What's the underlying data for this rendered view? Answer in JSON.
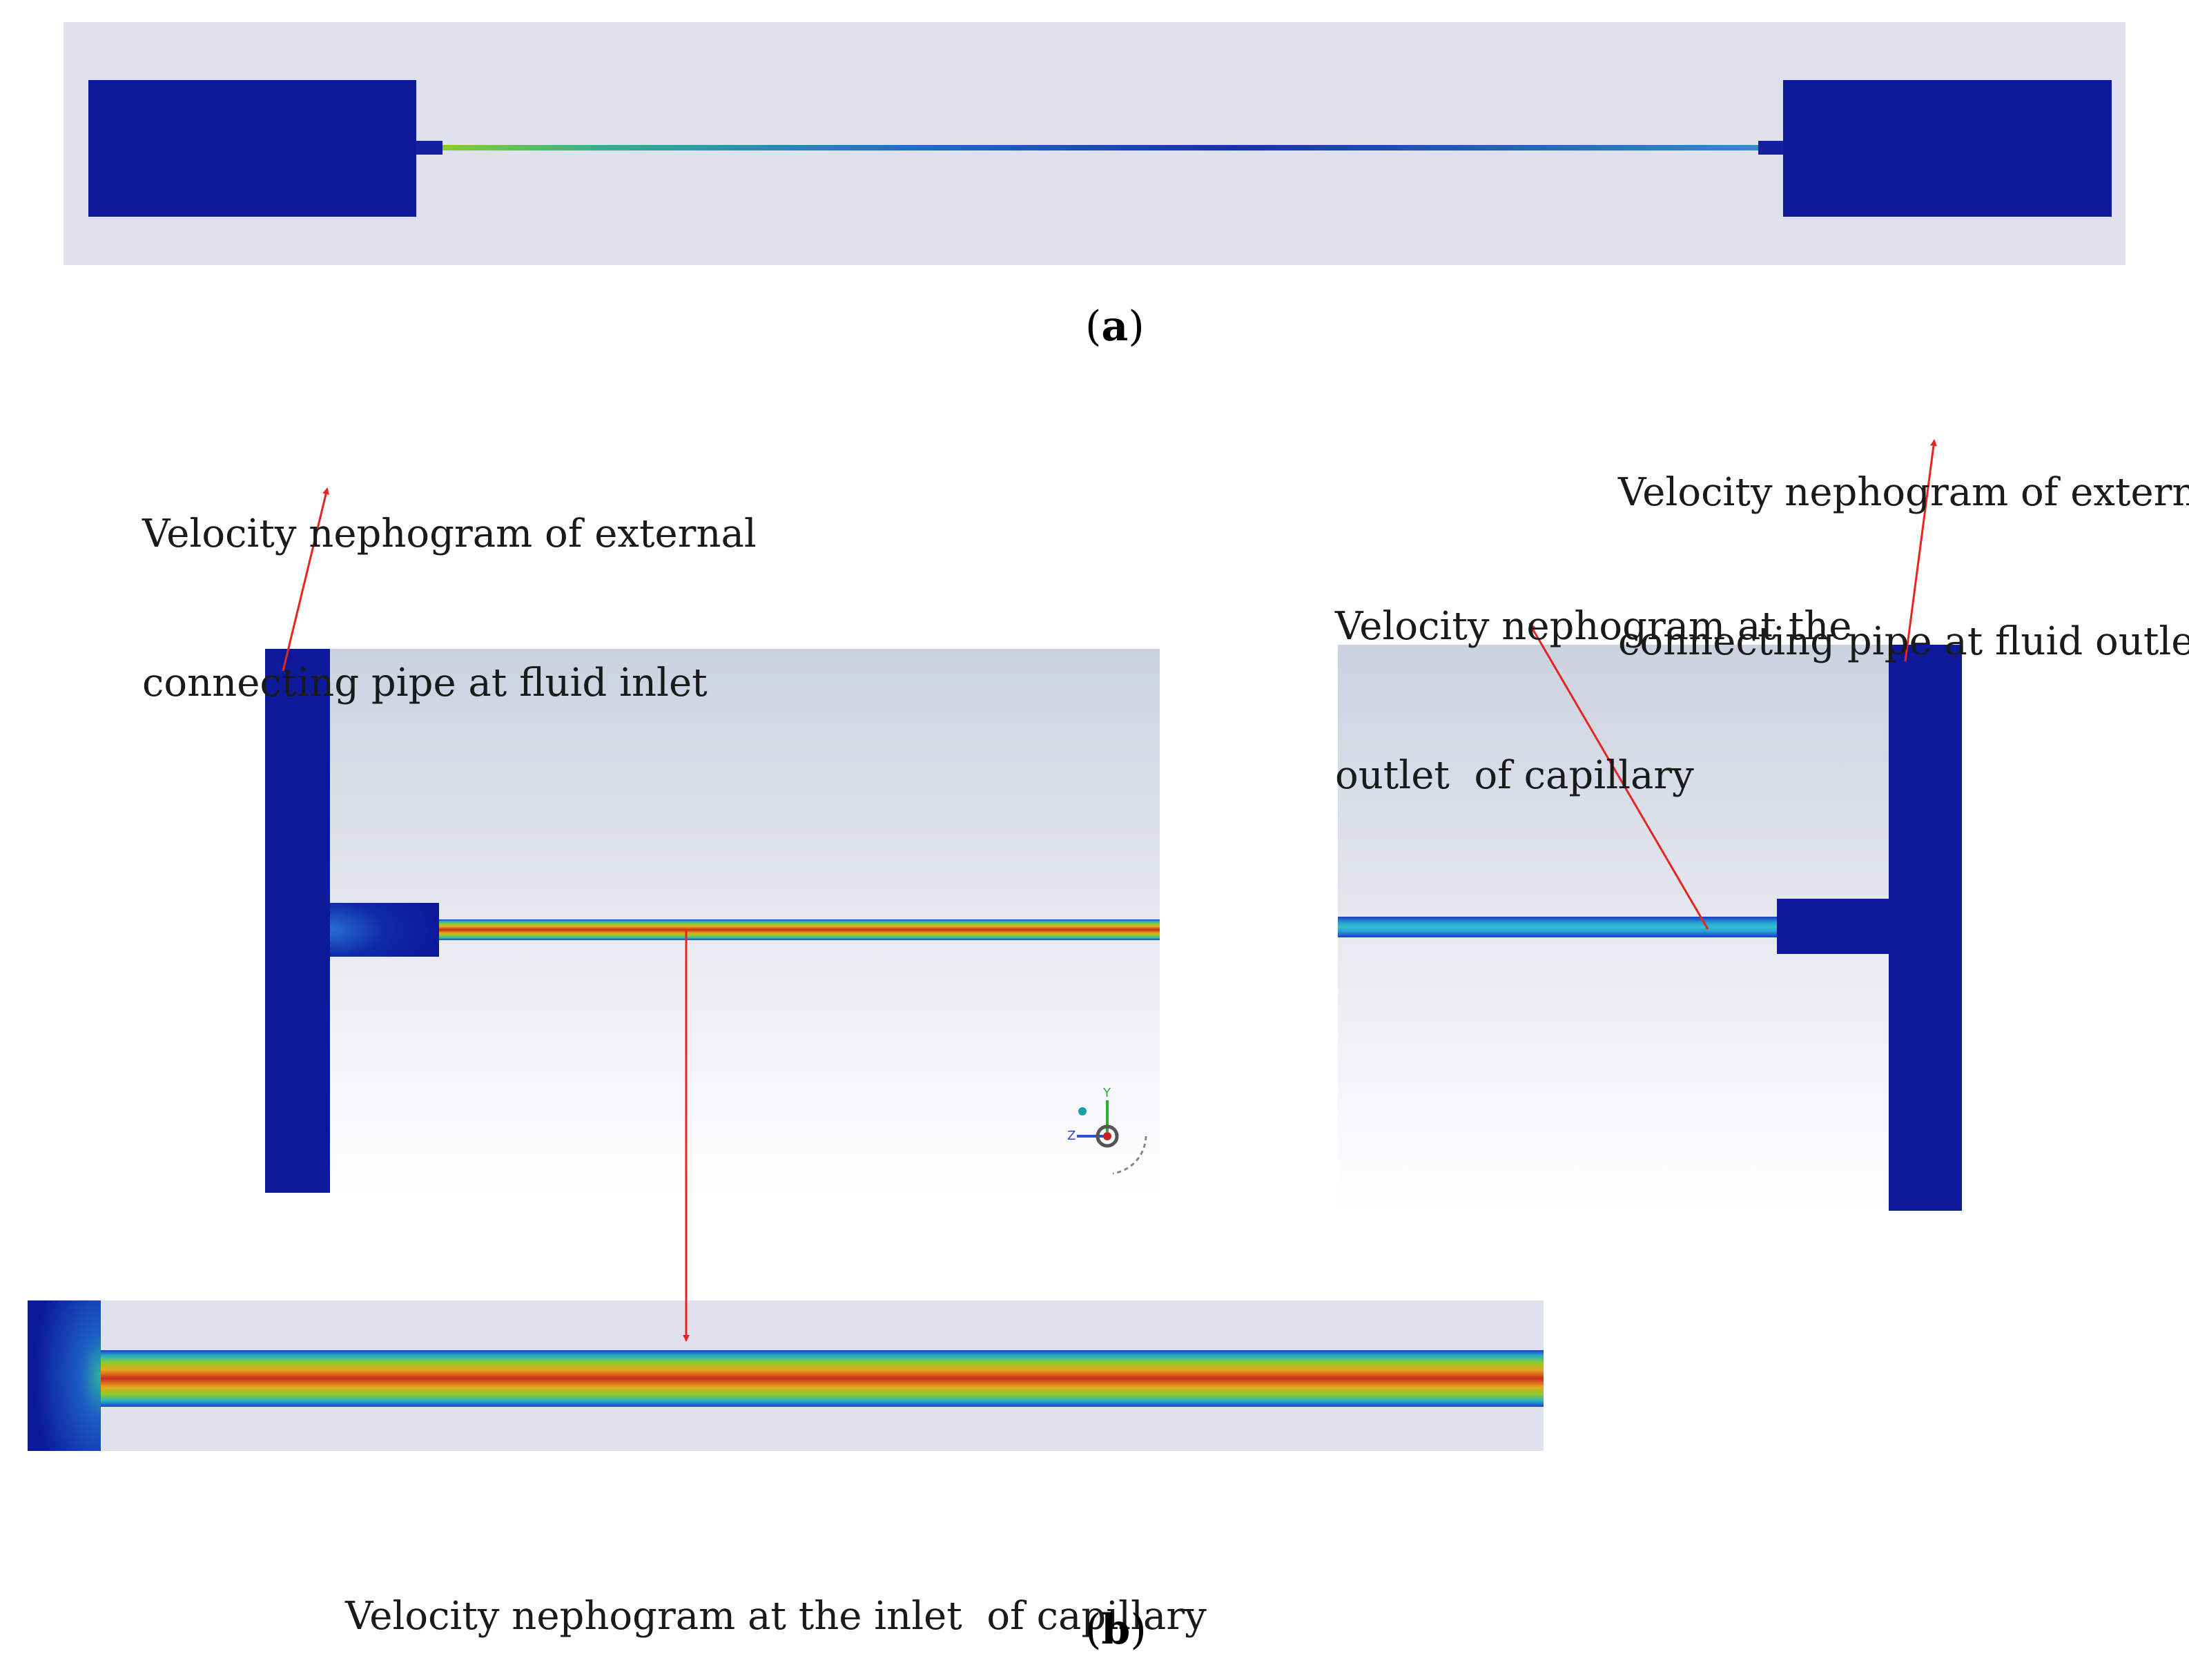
{
  "captions": {
    "a": {
      "open": "(",
      "letter": "a",
      "close": ")"
    },
    "b": {
      "open": "(",
      "letter": "b",
      "close": ")"
    }
  },
  "annotations": {
    "inlet_external": {
      "line1": "Velocity nephogram of external",
      "line2": "connecting pipe at fluid inlet"
    },
    "outlet_external": {
      "line1": "Velocity nephogram of external",
      "line2": "connecting pipe at fluid outlet"
    },
    "outlet_capillary": {
      "line1": "Velocity nephogram at the",
      "line2": "outlet  of capillary"
    },
    "inlet_capillary": {
      "line1": "Velocity nephogram at the inlet  of capillary"
    }
  },
  "triad": {
    "y_axis": "Y",
    "z_axis": "Z"
  },
  "colors": {
    "pipe_blue": "#0c1a9a",
    "background_top": "#cdd2e0",
    "background_bottom": "#ffffff",
    "arrow_red": "#e8241f",
    "velocity_high": "#cc2a1c",
    "velocity_mid": "#7ec421",
    "velocity_low": "#1f5fc8"
  }
}
